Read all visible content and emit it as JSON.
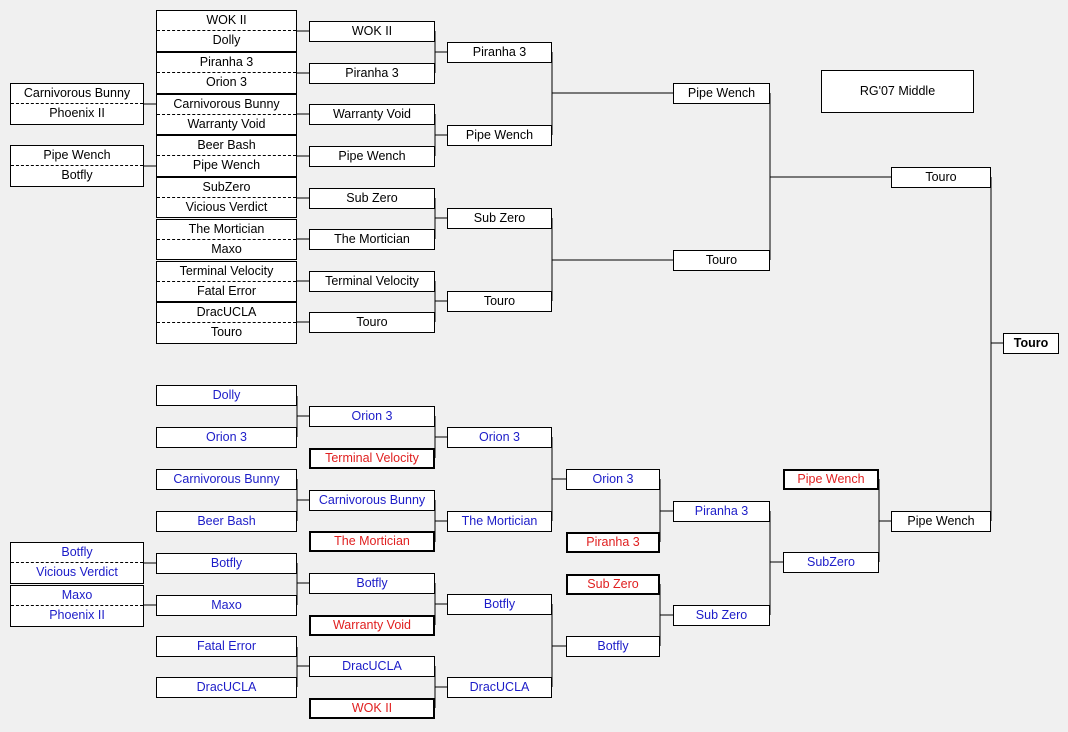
{
  "title": "RG'07 Middle",
  "upper": {
    "r1": [
      {
        "a": "WOK II",
        "b": "Dolly"
      },
      {
        "a": "Piranha 3",
        "b": "Orion 3"
      },
      {
        "a": "Carnivorous Bunny",
        "b": "Warranty Void"
      },
      {
        "a": "Beer Bash",
        "b": "Pipe Wench"
      },
      {
        "a": "SubZero",
        "b": "Vicious Verdict"
      },
      {
        "a": "The Mortician",
        "b": "Maxo"
      },
      {
        "a": "Terminal Velocity",
        "b": "Fatal Error"
      },
      {
        "a": "DracUCLA",
        "b": "Touro"
      }
    ],
    "prelim": [
      {
        "a": "Carnivorous Bunny",
        "b": "Phoenix II"
      },
      {
        "a": "Pipe Wench",
        "b": "Botfly"
      }
    ],
    "r2": [
      "WOK II",
      "Piranha 3",
      "Warranty Void",
      "Pipe Wench",
      "Sub Zero",
      "The Mortician",
      "Terminal Velocity",
      "Touro"
    ],
    "r3": [
      "Piranha 3",
      "Pipe Wench",
      "Sub Zero",
      "Touro"
    ],
    "r4": [
      "Pipe Wench",
      "Touro"
    ],
    "winner": "Touro"
  },
  "champion": "Touro",
  "lower": {
    "prelim": [
      {
        "a": "Botfly",
        "b": "Vicious Verdict"
      },
      {
        "a": "Maxo",
        "b": "Phoenix II"
      }
    ],
    "r1": [
      "Dolly",
      "Orion 3",
      "Carnivorous Bunny",
      "Beer Bash",
      "Botfly",
      "Maxo",
      "Fatal Error",
      "DracUCLA"
    ],
    "r2": [
      "Orion 3",
      "Carnivorous Bunny",
      "Botfly",
      "DracUCLA"
    ],
    "r2_drops": [
      "Terminal Velocity",
      "The Mortician",
      "Warranty Void",
      "WOK II"
    ],
    "r3": [
      "Orion 3",
      "The Mortician",
      "Botfly",
      "DracUCLA"
    ],
    "r4": [
      "Orion 3",
      "Botfly"
    ],
    "r4_drops": [
      "Piranha 3",
      "Sub Zero"
    ],
    "r5": [
      "Piranha 3",
      "Sub Zero"
    ],
    "r6": "SubZero",
    "r6_drop": "Pipe Wench",
    "winner": "Pipe Wench"
  }
}
